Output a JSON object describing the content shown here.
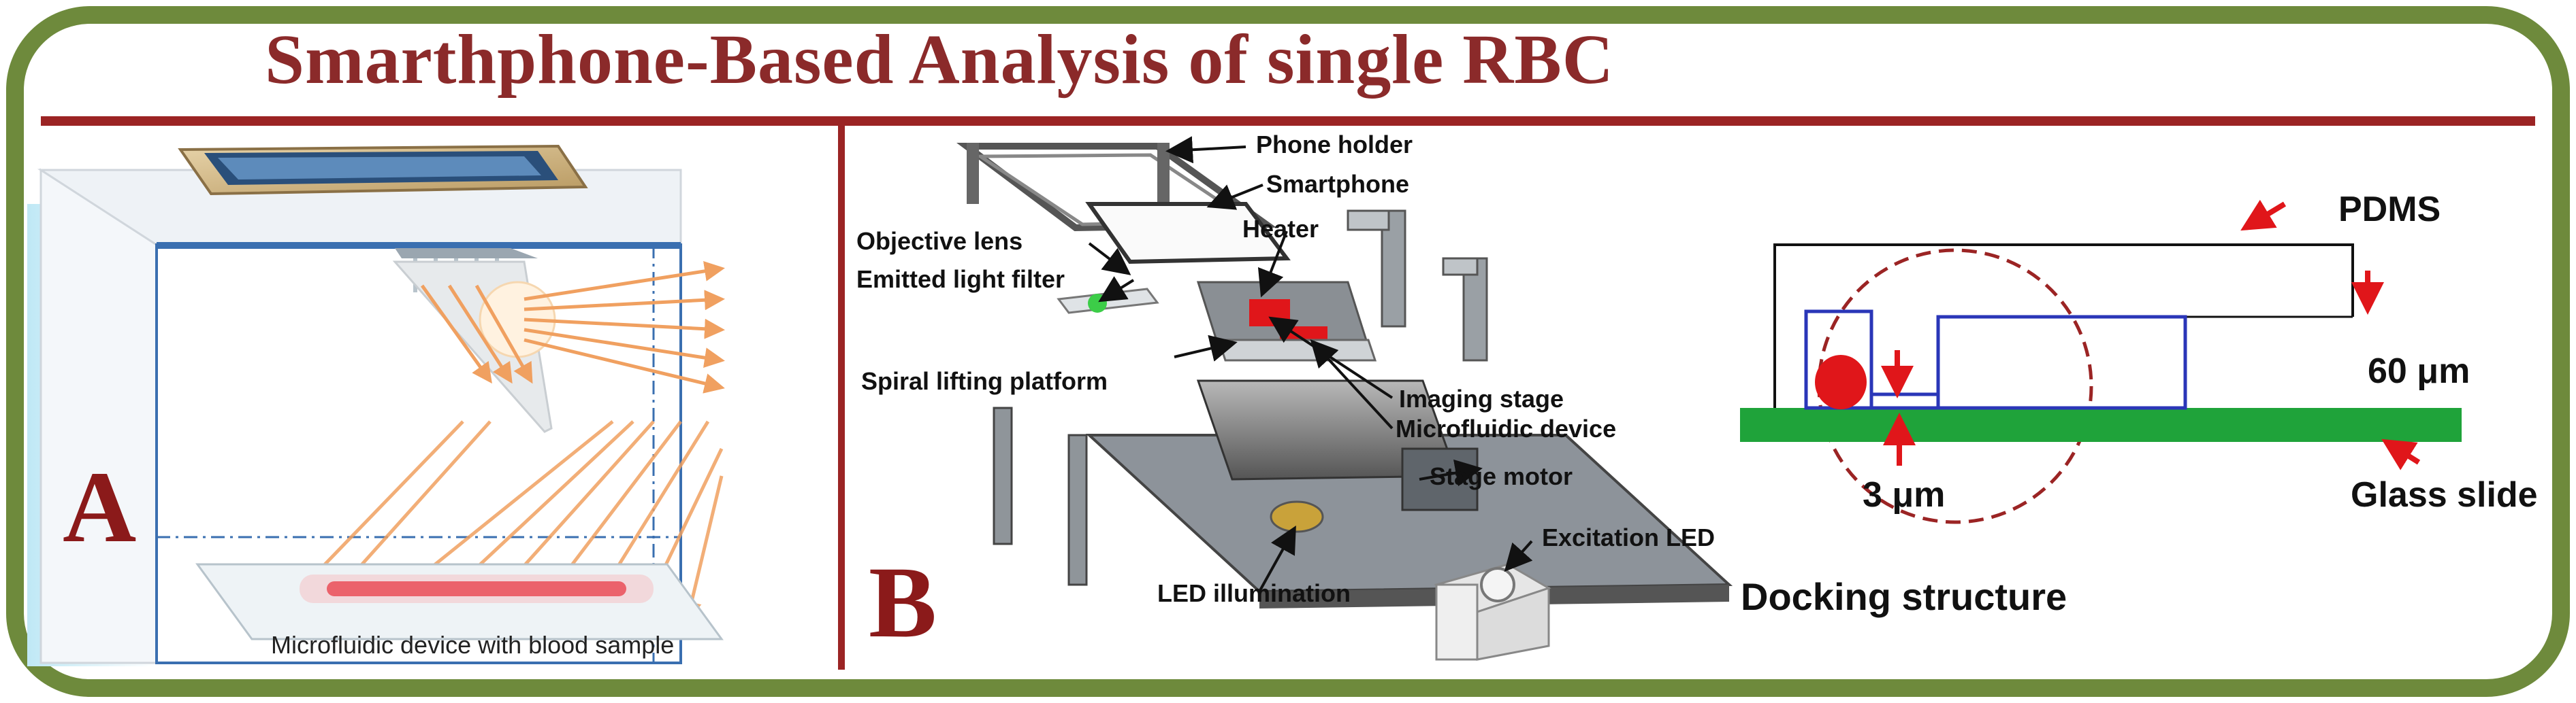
{
  "title": "Smarthphone-Based Analysis of single RBC",
  "panel_a": {
    "letter": "A",
    "caption": "Microfluidic device with blood sample"
  },
  "panel_b": {
    "letter": "B",
    "labels": {
      "phone_holder": "Phone holder",
      "smartphone": "Smartphone",
      "objective_lens": "Objective lens",
      "heater": "Heater",
      "emitted_light_filter": "Emitted light filter",
      "spiral_lifting_platform": "Spiral lifting platform",
      "imaging_stage": "Imaging stage",
      "microfluidic_device": "Microfluidic device",
      "stage_motor": "Stage motor",
      "excitation_led": "Excitation LED",
      "led_illumination": "LED illumination"
    }
  },
  "panel_c": {
    "pdms": "PDMS",
    "height": "60 μm",
    "gap": "3 μm",
    "glass_slide": "Glass slide",
    "docking_structure": "Docking structure"
  },
  "colors": {
    "frame_green": "#6e8a3c",
    "divider_red": "#9b2424",
    "title_red": "#8b2a2a",
    "glass_green": "#1fa33a",
    "channel_blue": "#2a36b8",
    "rbc_red": "#e0161a",
    "arrow_red": "#e0161a"
  }
}
